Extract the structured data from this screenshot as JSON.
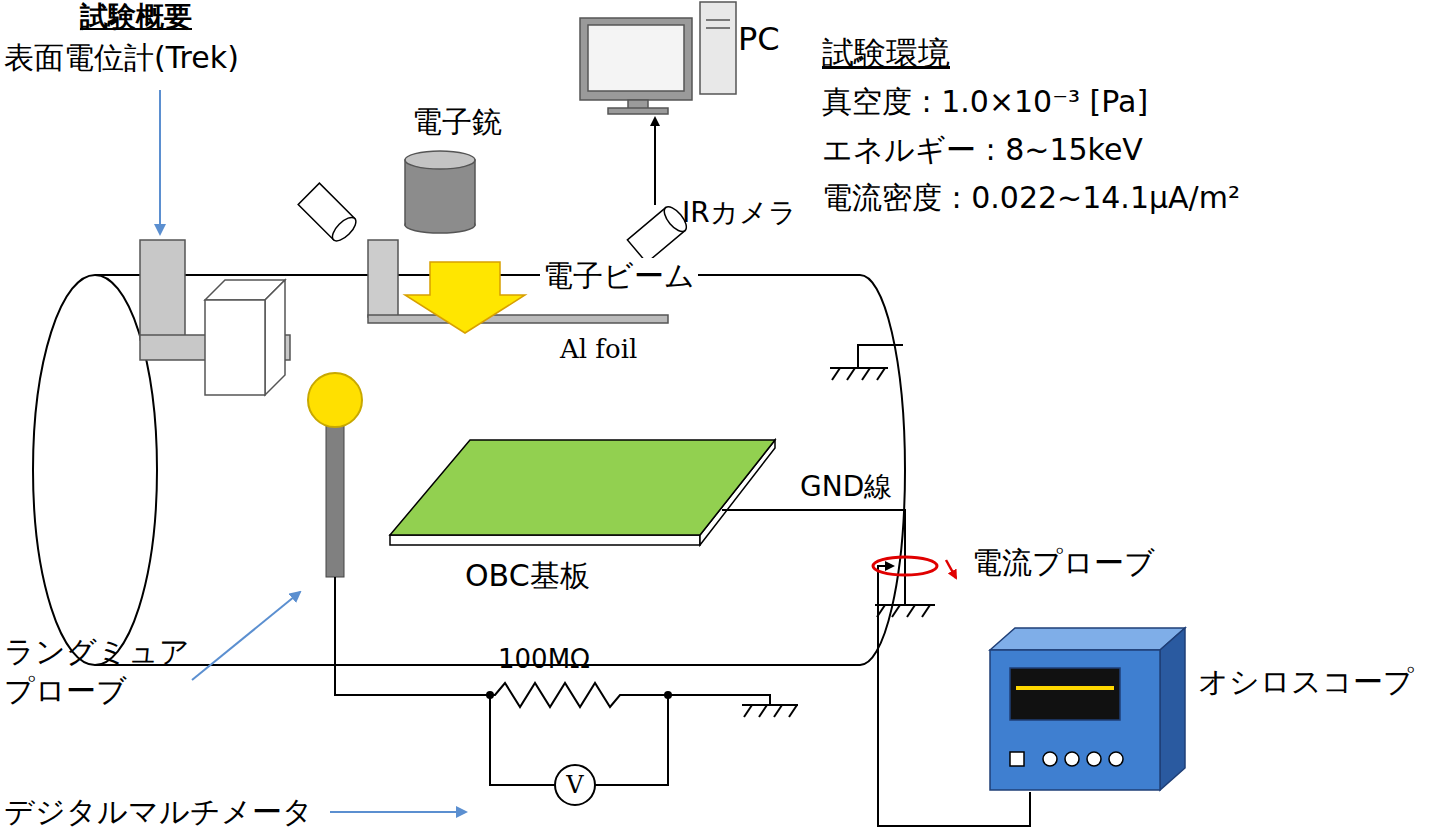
{
  "diagram": {
    "title": "試験概要",
    "labels": [
      "表面電位計(Trek)",
      "電子銃",
      "PC",
      "IRカメラ",
      "試験環境",
      "真空度 : 1.0×10⁻³ [Pa]",
      "エネルギー : 8~15keV",
      "電流密度 : 0.022~14.1μA/m²",
      "電子ビーム",
      "Al foil",
      "GND線",
      "OBC基板",
      "電流プローブ",
      "ラングミュア プローブ",
      "100MΩ",
      "V",
      "オシロスコープ",
      "デジタルマルチメータ"
    ]
  }
}
